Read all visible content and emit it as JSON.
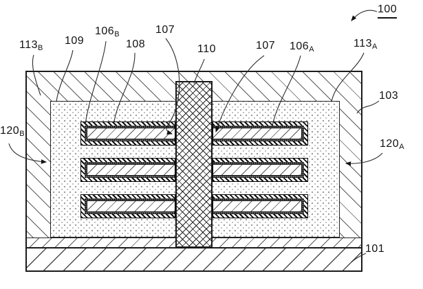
{
  "figure": {
    "reference_labels": {
      "n100": {
        "main": "100",
        "sub": ""
      },
      "n113B": {
        "main": "113",
        "sub": "B"
      },
      "n109": {
        "main": "109",
        "sub": ""
      },
      "n106B": {
        "main": "106",
        "sub": "B"
      },
      "n108": {
        "main": "108",
        "sub": ""
      },
      "n107L": {
        "main": "107",
        "sub": ""
      },
      "n110": {
        "main": "110",
        "sub": ""
      },
      "n107R": {
        "main": "107",
        "sub": ""
      },
      "n106A": {
        "main": "106",
        "sub": "A"
      },
      "n113A": {
        "main": "113",
        "sub": "A"
      },
      "n103": {
        "main": "103",
        "sub": ""
      },
      "n120A": {
        "main": "120",
        "sub": "A"
      },
      "n120B": {
        "main": "120",
        "sub": "B"
      },
      "n101": {
        "main": "101",
        "sub": ""
      }
    }
  }
}
